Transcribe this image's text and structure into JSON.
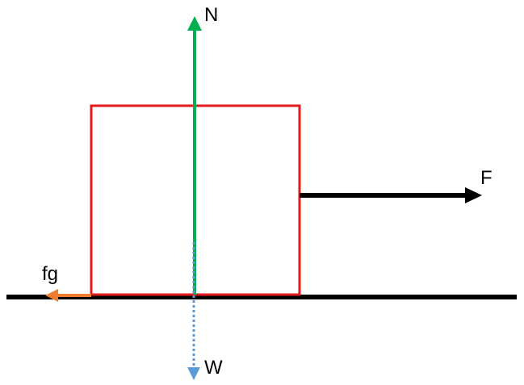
{
  "diagram": {
    "forces": {
      "normal": {
        "label": "N",
        "color": "#00b050"
      },
      "applied": {
        "label": "F",
        "color": "#000000"
      },
      "friction": {
        "label": "fg",
        "color": "#ed7d31"
      },
      "weight": {
        "label": "W",
        "color": "#5b9bd5"
      }
    },
    "block": {
      "border_color": "#e31a1c"
    },
    "ground": {
      "color": "#000000"
    }
  }
}
